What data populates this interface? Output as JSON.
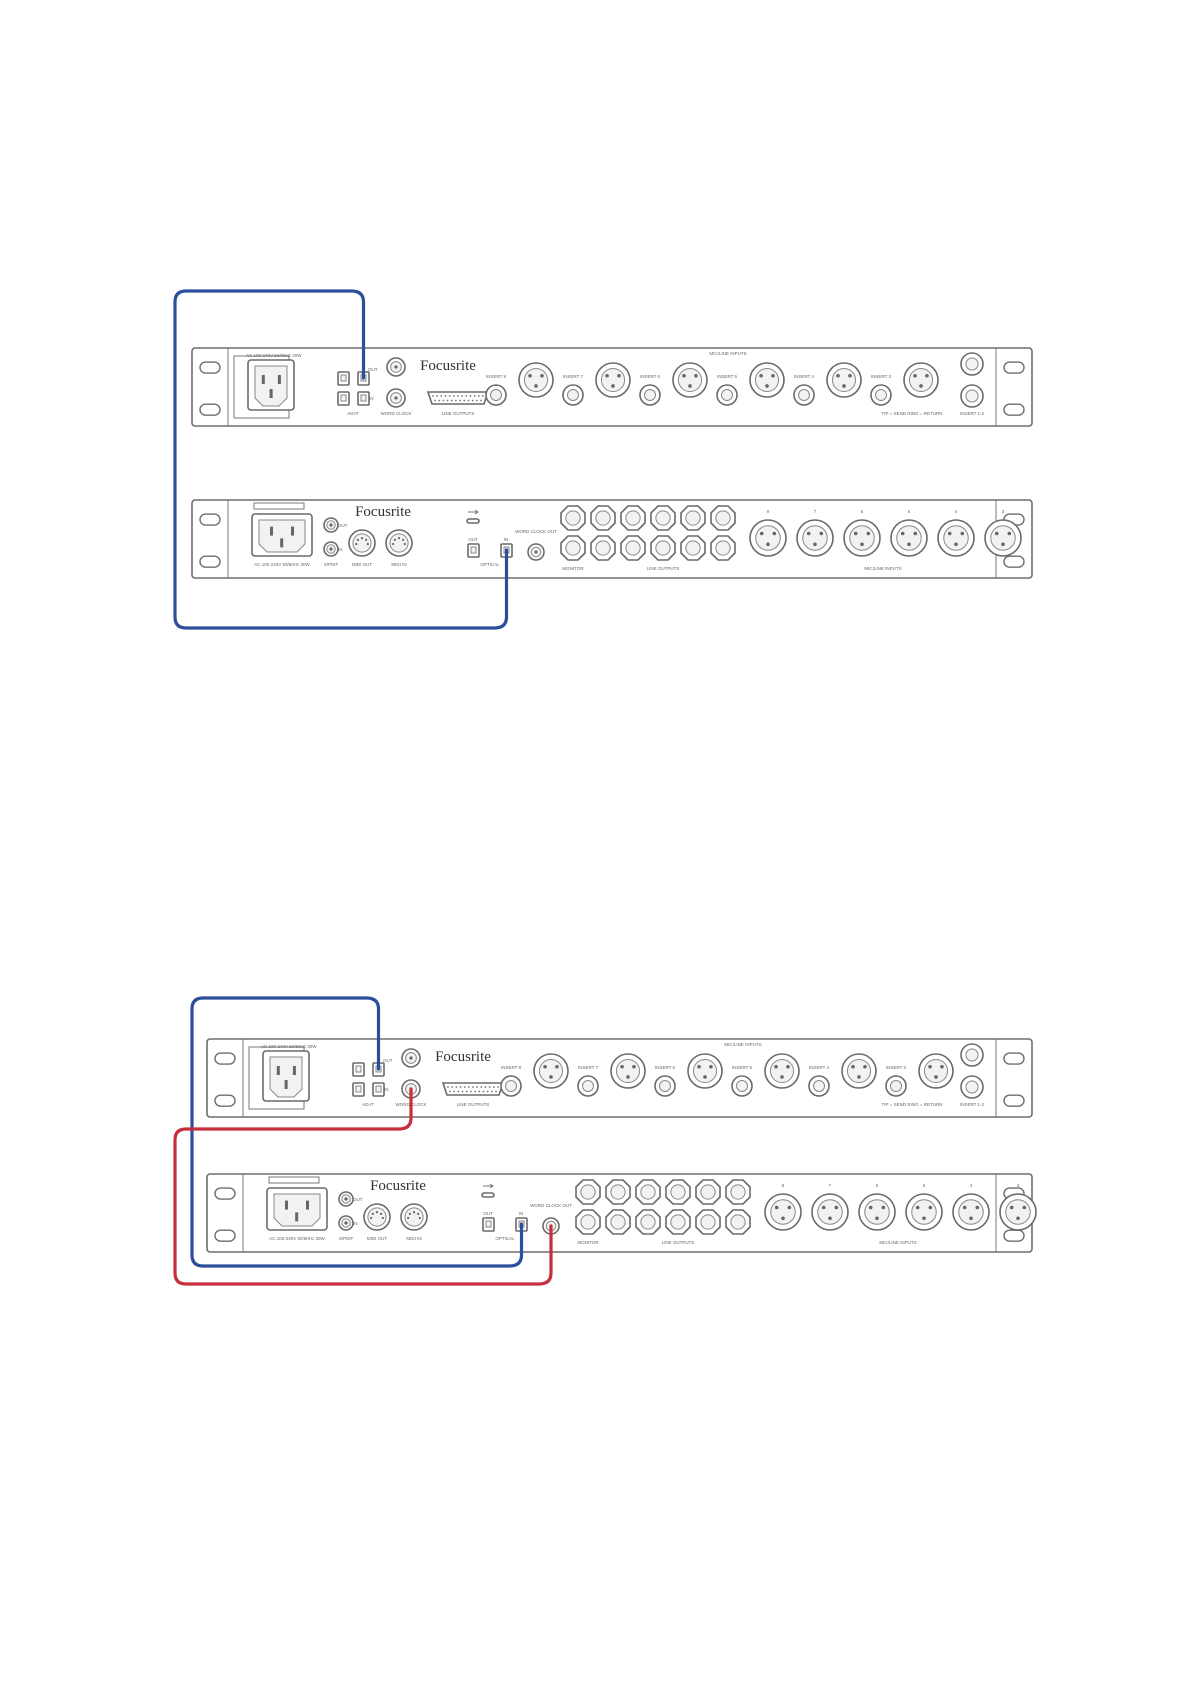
{
  "colors": {
    "adat_cable": "#2c4f9c",
    "wordclock_cable": "#c62f3b",
    "outline": "#6e6e6e"
  },
  "brand": "Focusrite",
  "diagrams": [
    {
      "upper_unit": {
        "labels": {
          "power": "AC 100-240V 50/60Hz 30W",
          "adat": "ADAT",
          "word_clock": "WORD CLOCK",
          "line_outputs": "LINE OUTPUTS",
          "mic_line_inputs": "MIC/LINE INPUTS",
          "tip_ring": "TIP = SEND   RING = RETURN",
          "insert_12": "INSERT 1-2",
          "inserts": [
            "INSERT 8",
            "INSERT 7",
            "INSERT 6",
            "INSERT 5",
            "INSERT 4",
            "INSERT 3"
          ],
          "out": "OUT",
          "in": "IN"
        }
      },
      "lower_unit": {
        "labels": {
          "power": "AC 100-240V 50/60Hz 30W",
          "spdif": "S/PDIF",
          "midi_out": "MIDI OUT",
          "midi_in": "MIDI IN",
          "optical": "OPTICAL",
          "word_clock_out": "WORD CLOCK OUT",
          "monitor": "MONITOR",
          "line_outputs": "LINE OUTPUTS",
          "mic_line_inputs": "MIC/LINE INPUTS",
          "out": "OUT",
          "in": "IN",
          "input_numbers": [
            "8",
            "7",
            "6",
            "5",
            "4",
            "3"
          ]
        }
      }
    },
    {
      "upper_unit": {
        "labels": {
          "power": "AC 100-240V 50/60Hz 30W",
          "adat": "ADAT",
          "word_clock": "WORD CLOCK",
          "line_outputs": "LINE OUTPUTS",
          "mic_line_inputs": "MIC/LINE INPUTS",
          "tip_ring": "TIP = SEND   RING = RETURN",
          "insert_12": "INSERT 1-2",
          "inserts": [
            "INSERT 8",
            "INSERT 7",
            "INSERT 6",
            "INSERT 5",
            "INSERT 4",
            "INSERT 3"
          ],
          "out": "OUT",
          "in": "IN"
        }
      },
      "lower_unit": {
        "labels": {
          "power": "AC 100-240V 50/60Hz 30W",
          "spdif": "S/PDIF",
          "midi_out": "MIDI OUT",
          "midi_in": "MIDI IN",
          "optical": "OPTICAL",
          "word_clock_out": "WORD CLOCK OUT",
          "monitor": "MONITOR",
          "line_outputs": "LINE OUTPUTS",
          "mic_line_inputs": "MIC/LINE INPUTS",
          "out": "OUT",
          "in": "IN",
          "input_numbers": [
            "8",
            "7",
            "6",
            "5",
            "4",
            "3"
          ]
        }
      }
    }
  ]
}
